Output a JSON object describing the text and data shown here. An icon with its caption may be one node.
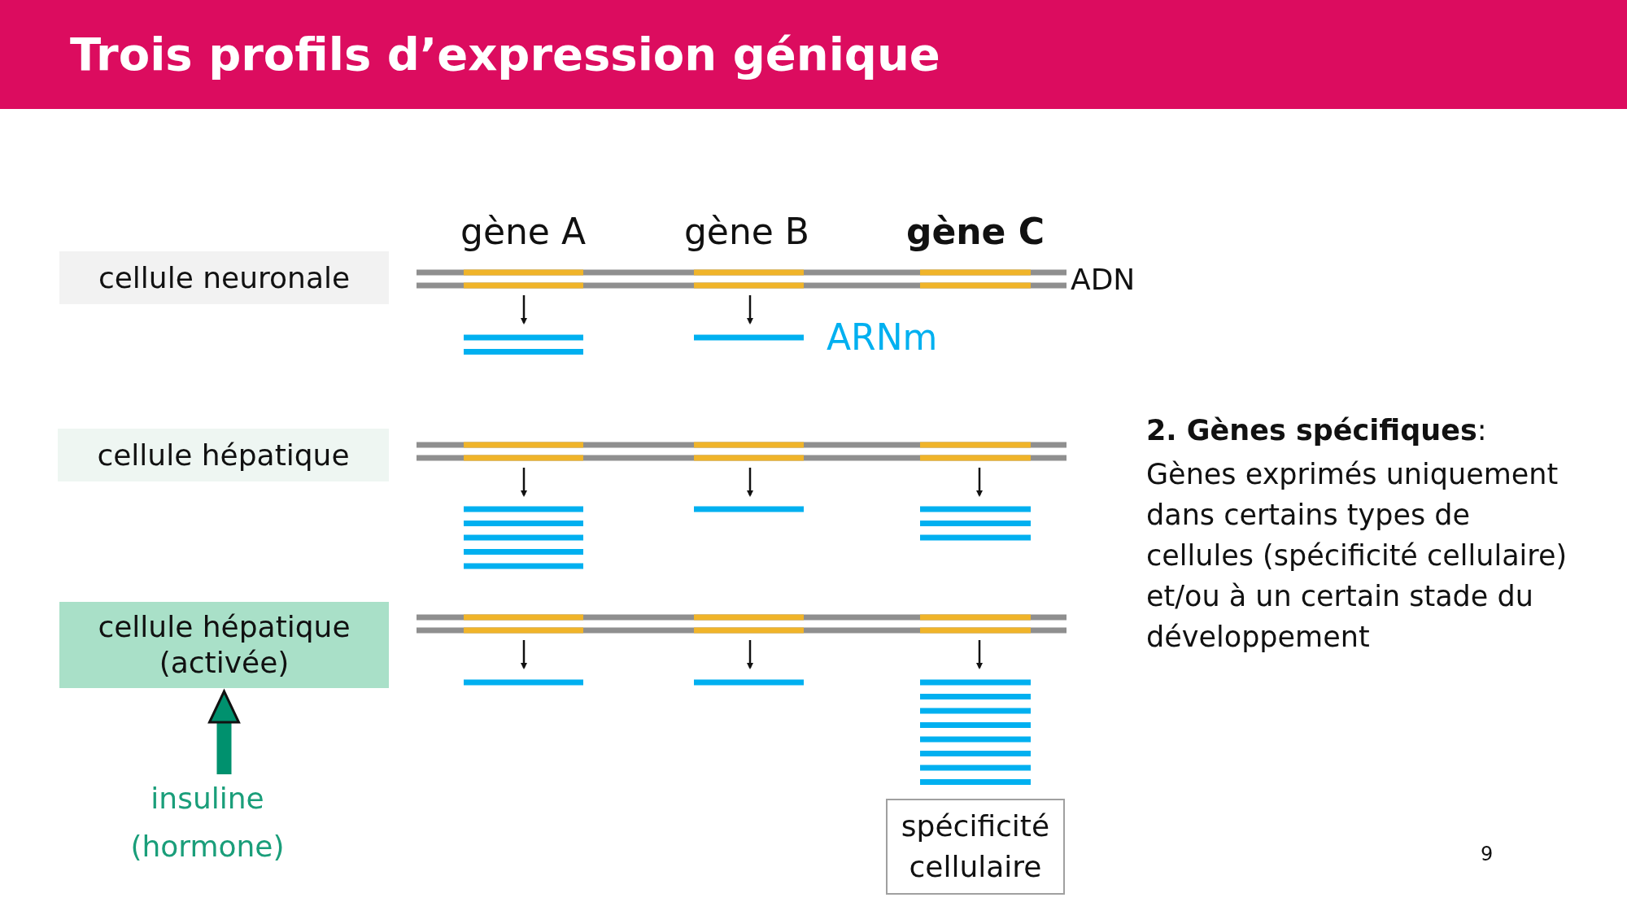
{
  "diagram": {
    "title": "Trois profils d’expression génique",
    "nodes": [
      {
        "text": [
          "cellule neuronale"
        ]
      },
      {
        "text": [
          "cellule hépatique"
        ]
      },
      {
        "text": [
          "cellule hépatique (activée)"
        ]
      },
      {
        "text": [
          "insuline (hormone)"
        ]
      },
      {
        "text": [
          "spécificité cellulaire"
        ]
      }
    ],
    "edges": [
      {
        "from": 3,
        "to": 2,
        "arrow": "to",
        "color": "#00916e"
      }
    ],
    "labels": [
      "gène A",
      "gène B",
      "gène C",
      "ADN",
      "ARNm",
      "**2. Gènes spécifiques**:",
      "Gènes exprimés uniquement dans certains types de cellules (spécificité cellulaire) et/ou à un certain stade du développement",
      "9"
    ]
  }
}
